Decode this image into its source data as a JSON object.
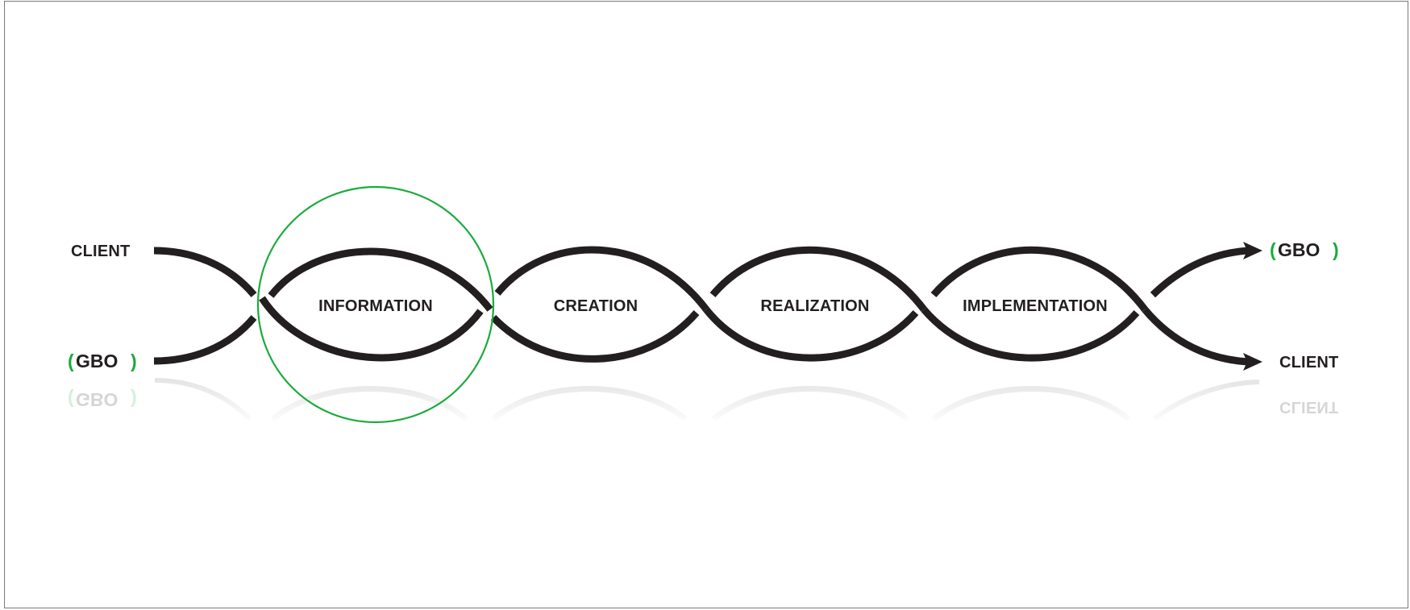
{
  "diagram": {
    "top_left_label": "CLIENT",
    "bottom_right_label": "CLIENT",
    "stages": [
      {
        "label": "INFORMATION",
        "highlighted": true
      },
      {
        "label": "CREATION",
        "highlighted": false
      },
      {
        "label": "REALIZATION",
        "highlighted": false
      },
      {
        "label": "IMPLEMENTATION",
        "highlighted": false
      }
    ],
    "logo": {
      "open_paren": "(",
      "text": "GBO",
      "close_paren": ")"
    }
  },
  "colors": {
    "strand": "#231f20",
    "accent_green": "#1aab3c",
    "frame_border": "#7a7a7a",
    "reflection": "#e6e6e6"
  }
}
